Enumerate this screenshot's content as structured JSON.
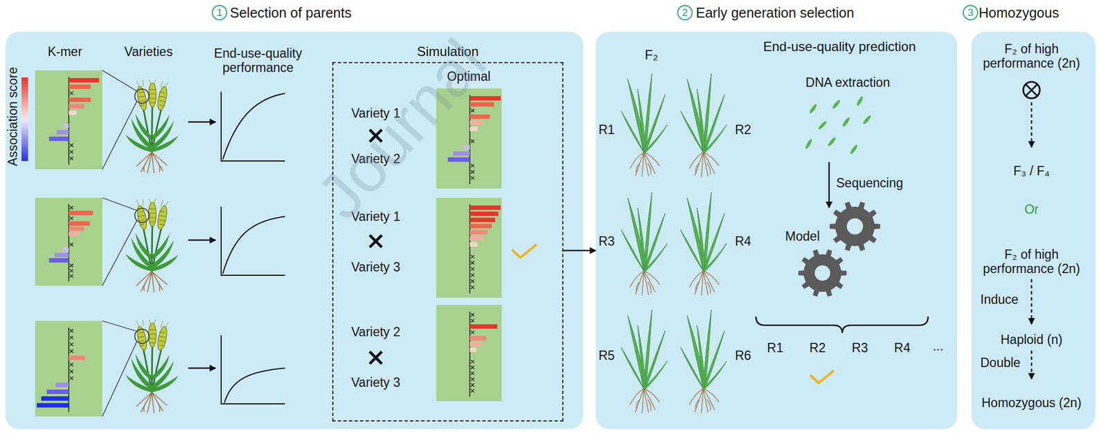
{
  "diagram": {
    "nodes": [
      {
        "text": [
          "1",
          "Selection of parents"
        ]
      },
      {
        "text": [
          "Simulation"
        ],
        "in": 0
      },
      {
        "text": [
          "2",
          "Early generation selection"
        ]
      },
      {
        "text": [
          "3",
          "Homozygous"
        ]
      }
    ],
    "edges": [
      {
        "from": 1,
        "to": 2,
        "arrow": "to"
      }
    ],
    "labels": [
      "Association score",
      "K-mer",
      "Varieties",
      "End-use-quality performance",
      "Optimal",
      "Variety 1",
      "Variety 2",
      "Variety 1",
      "Variety 3",
      "Variety 2",
      "Variety 3",
      "F₂",
      "End-use-quality prediction",
      "DNA extraction",
      "Sequencing",
      "Model",
      "R1",
      "R2",
      "R3",
      "R4",
      "R5",
      "R6",
      "R1",
      "R2",
      "R3",
      "R4",
      "...",
      "F₂ of high performance (2n)",
      "F₃ / F₄",
      "Or",
      "F₂ of high performance (2n)",
      "Induce",
      "Haploid (n)",
      "Double",
      "Homozygous (2n)",
      "Journal"
    ]
  }
}
